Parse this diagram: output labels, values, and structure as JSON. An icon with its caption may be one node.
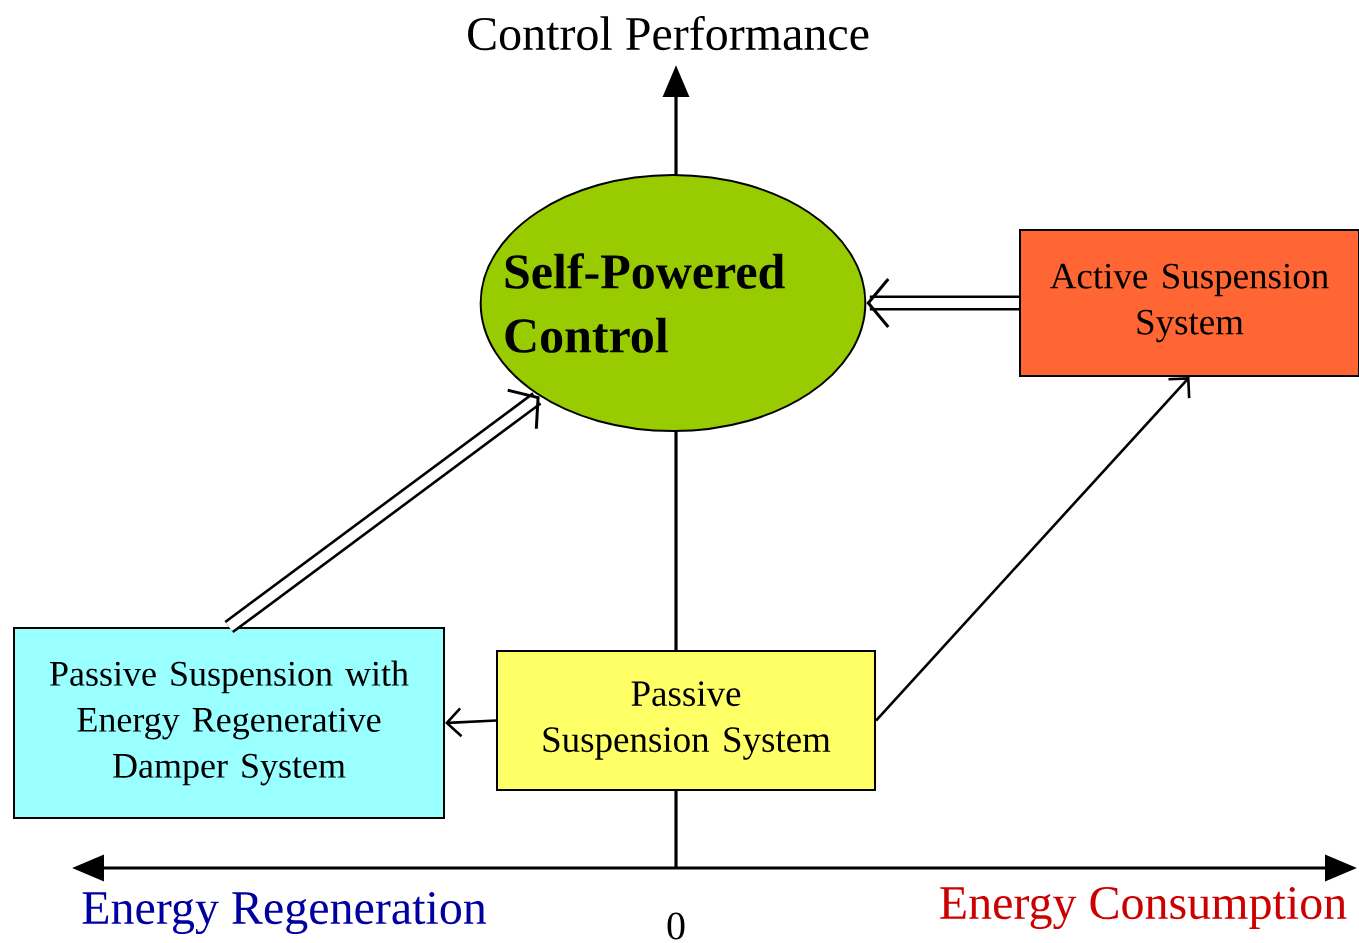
{
  "diagram": {
    "nodes": [
      {
        "text": [
          "Self-Powered Control"
        ]
      },
      {
        "text": [
          "Active Suspension System"
        ]
      },
      {
        "text": [
          "Passive Suspension with Energy Regenerative Damper System"
        ]
      },
      {
        "text": [
          "Passive Suspension System"
        ]
      }
    ],
    "edges": [
      {
        "from": 1,
        "to": 0,
        "arrow": "to",
        "style": "thick"
      },
      {
        "from": 2,
        "to": 0,
        "arrow": "to",
        "style": "thick"
      },
      {
        "from": 3,
        "to": 2,
        "arrow": "to"
      },
      {
        "from": 3,
        "to": 1,
        "arrow": "to"
      }
    ],
    "labels": [
      "Control Performance",
      "Energy Regeneration",
      "0",
      "Energy Consumption"
    ]
  }
}
